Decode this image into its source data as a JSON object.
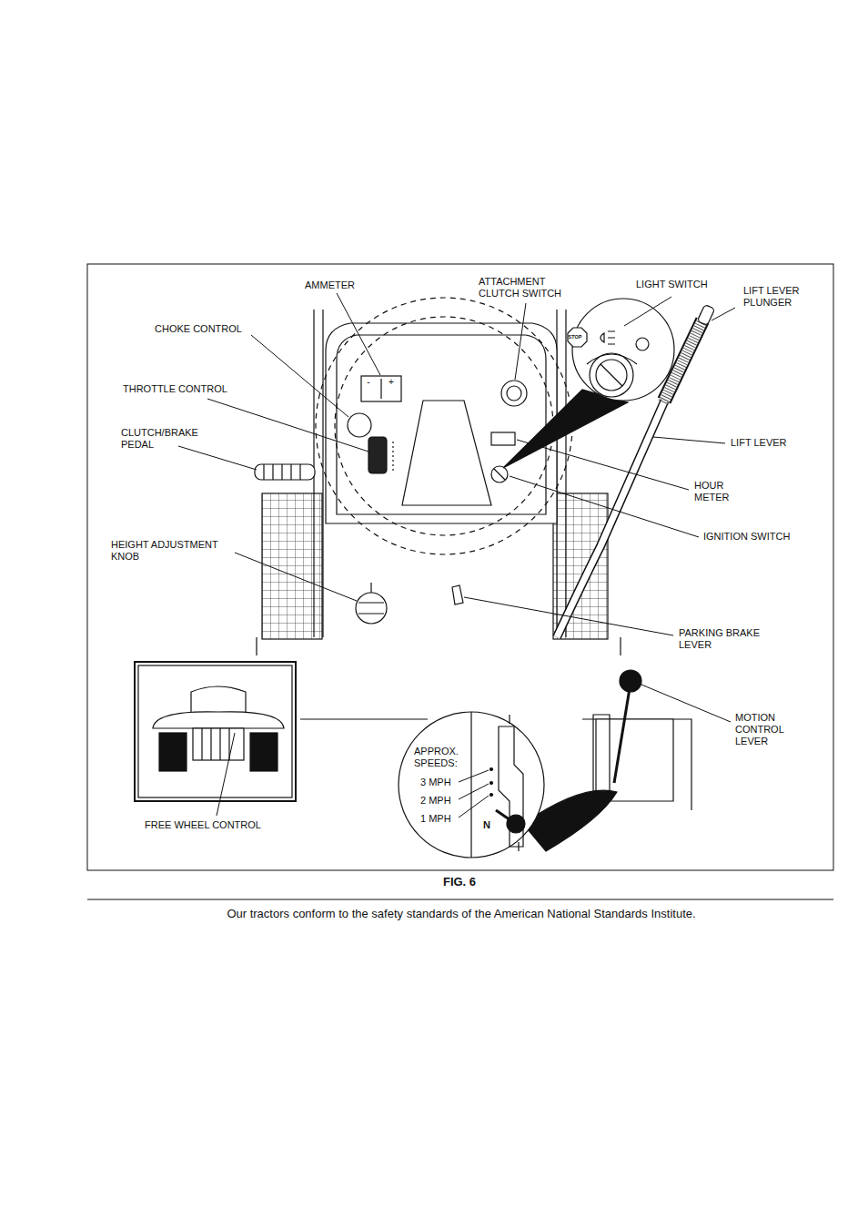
{
  "diagram": {
    "caption": "FIG. 6",
    "labels": [
      "AMMETER",
      "ATTACHMENT CLUTCH SWITCH",
      "LIGHT SWITCH",
      "LIFT LEVER PLUNGER",
      "CHOKE CONTROL",
      "-",
      "+",
      "STOP",
      "THROTTLE CONTROL",
      "CLUTCH/BRAKE PEDAL",
      "LIFT LEVER",
      "HOUR METER",
      "IGNITION SWITCH",
      "HEIGHT ADJUSTMENT KNOB",
      "PARKING BRAKE LEVER",
      "MOTION CONTROL LEVER",
      "APPROX. SPEEDS:",
      "3 MPH",
      "2 MPH",
      "1 MPH",
      "N",
      "FREE WHEEL CONTROL",
      "Our tractors conform to the safety standards of the American National Standards Institute."
    ]
  }
}
